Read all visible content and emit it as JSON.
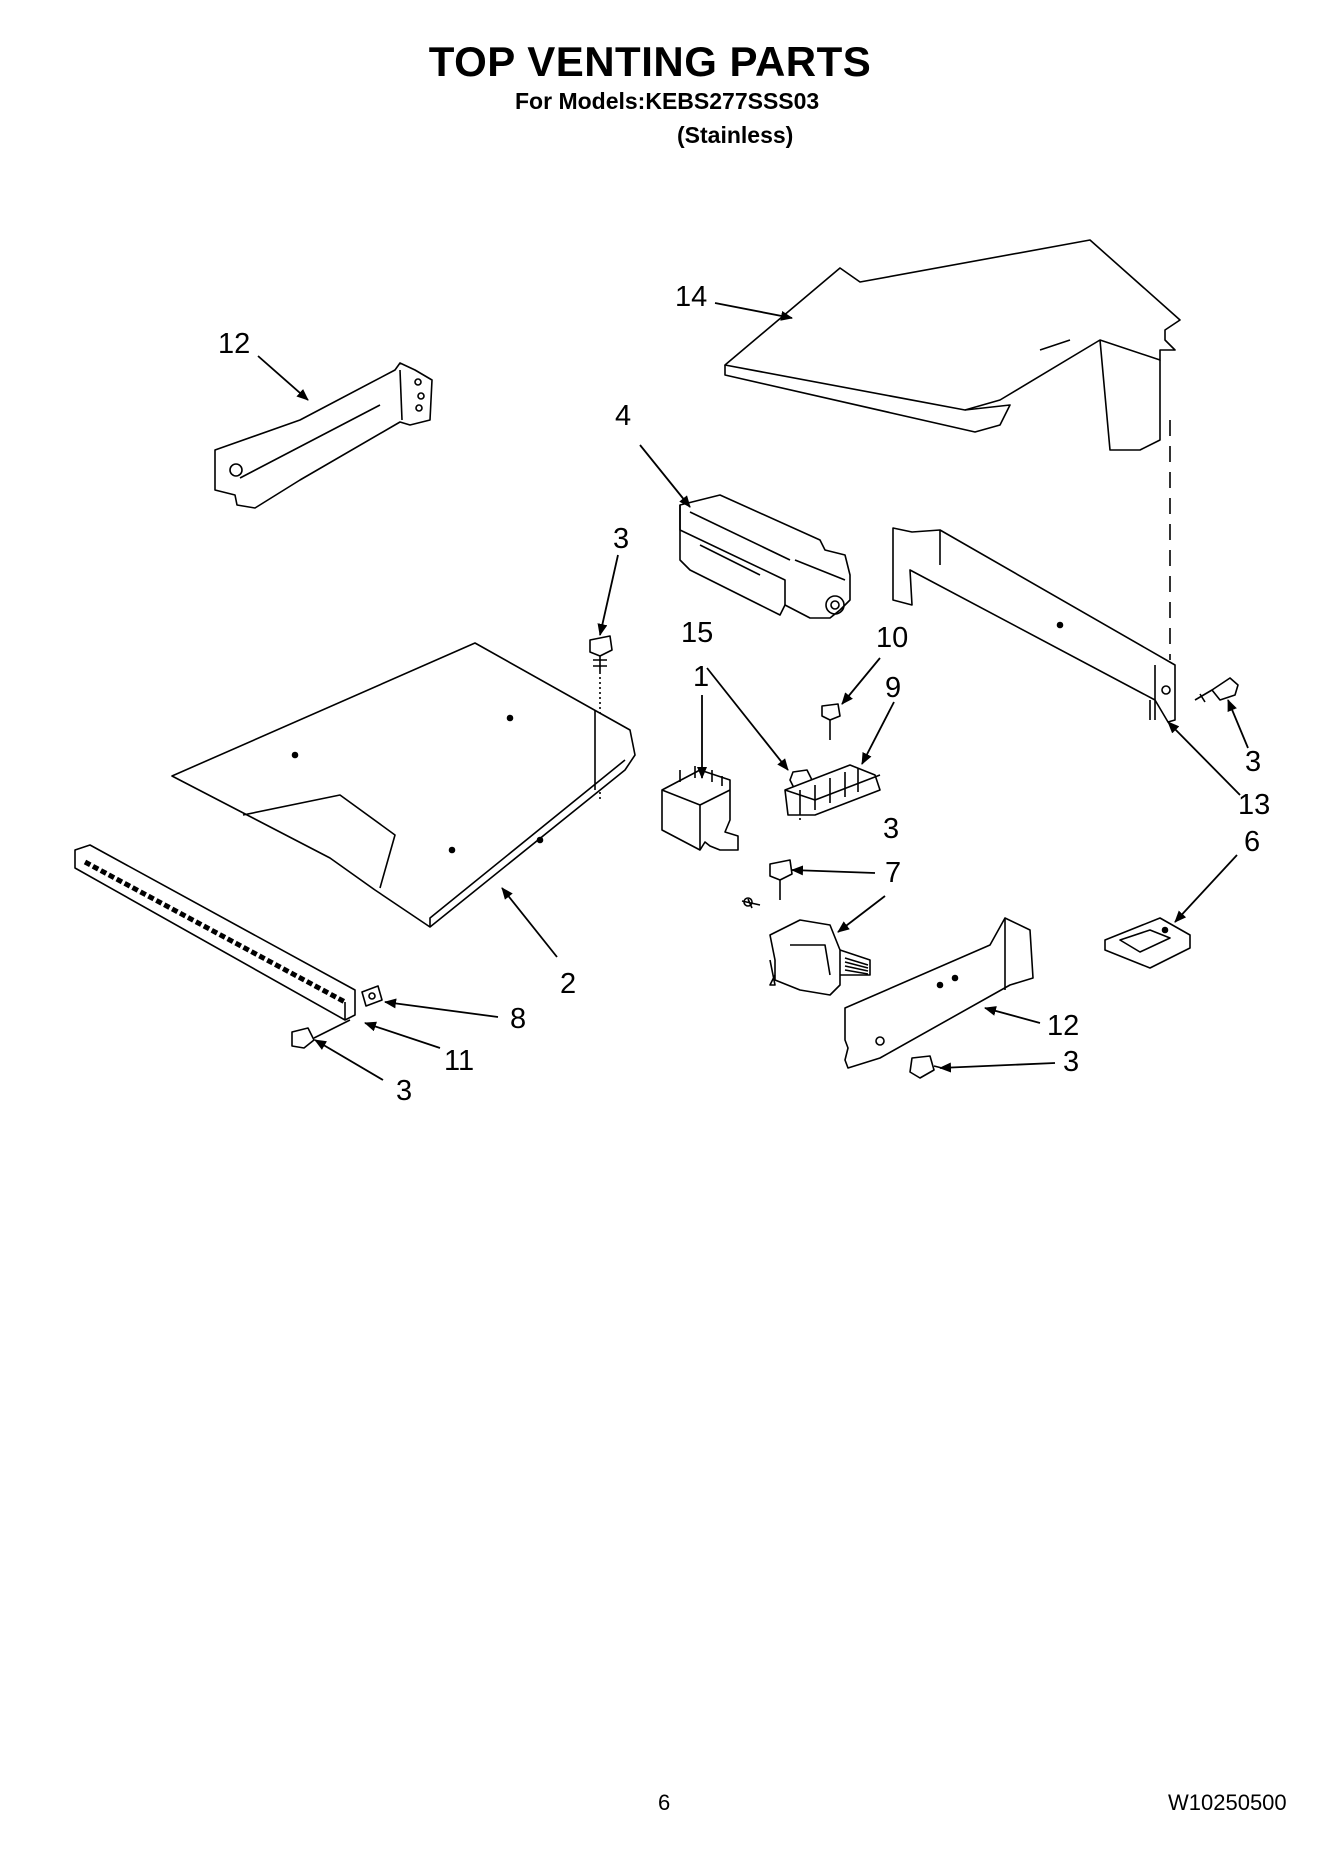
{
  "header": {
    "title": "TOP VENTING PARTS",
    "models_line": "For Models:KEBS277SSS03",
    "variant": "(Stainless)"
  },
  "diagram": {
    "callouts": [
      "14",
      "12",
      "4",
      "3",
      "15",
      "10",
      "1",
      "9",
      "3",
      "13",
      "6",
      "3",
      "7",
      "2",
      "8",
      "11",
      "3",
      "12",
      "3"
    ]
  },
  "footer": {
    "page_number": "6",
    "document_number": "W10250500"
  }
}
